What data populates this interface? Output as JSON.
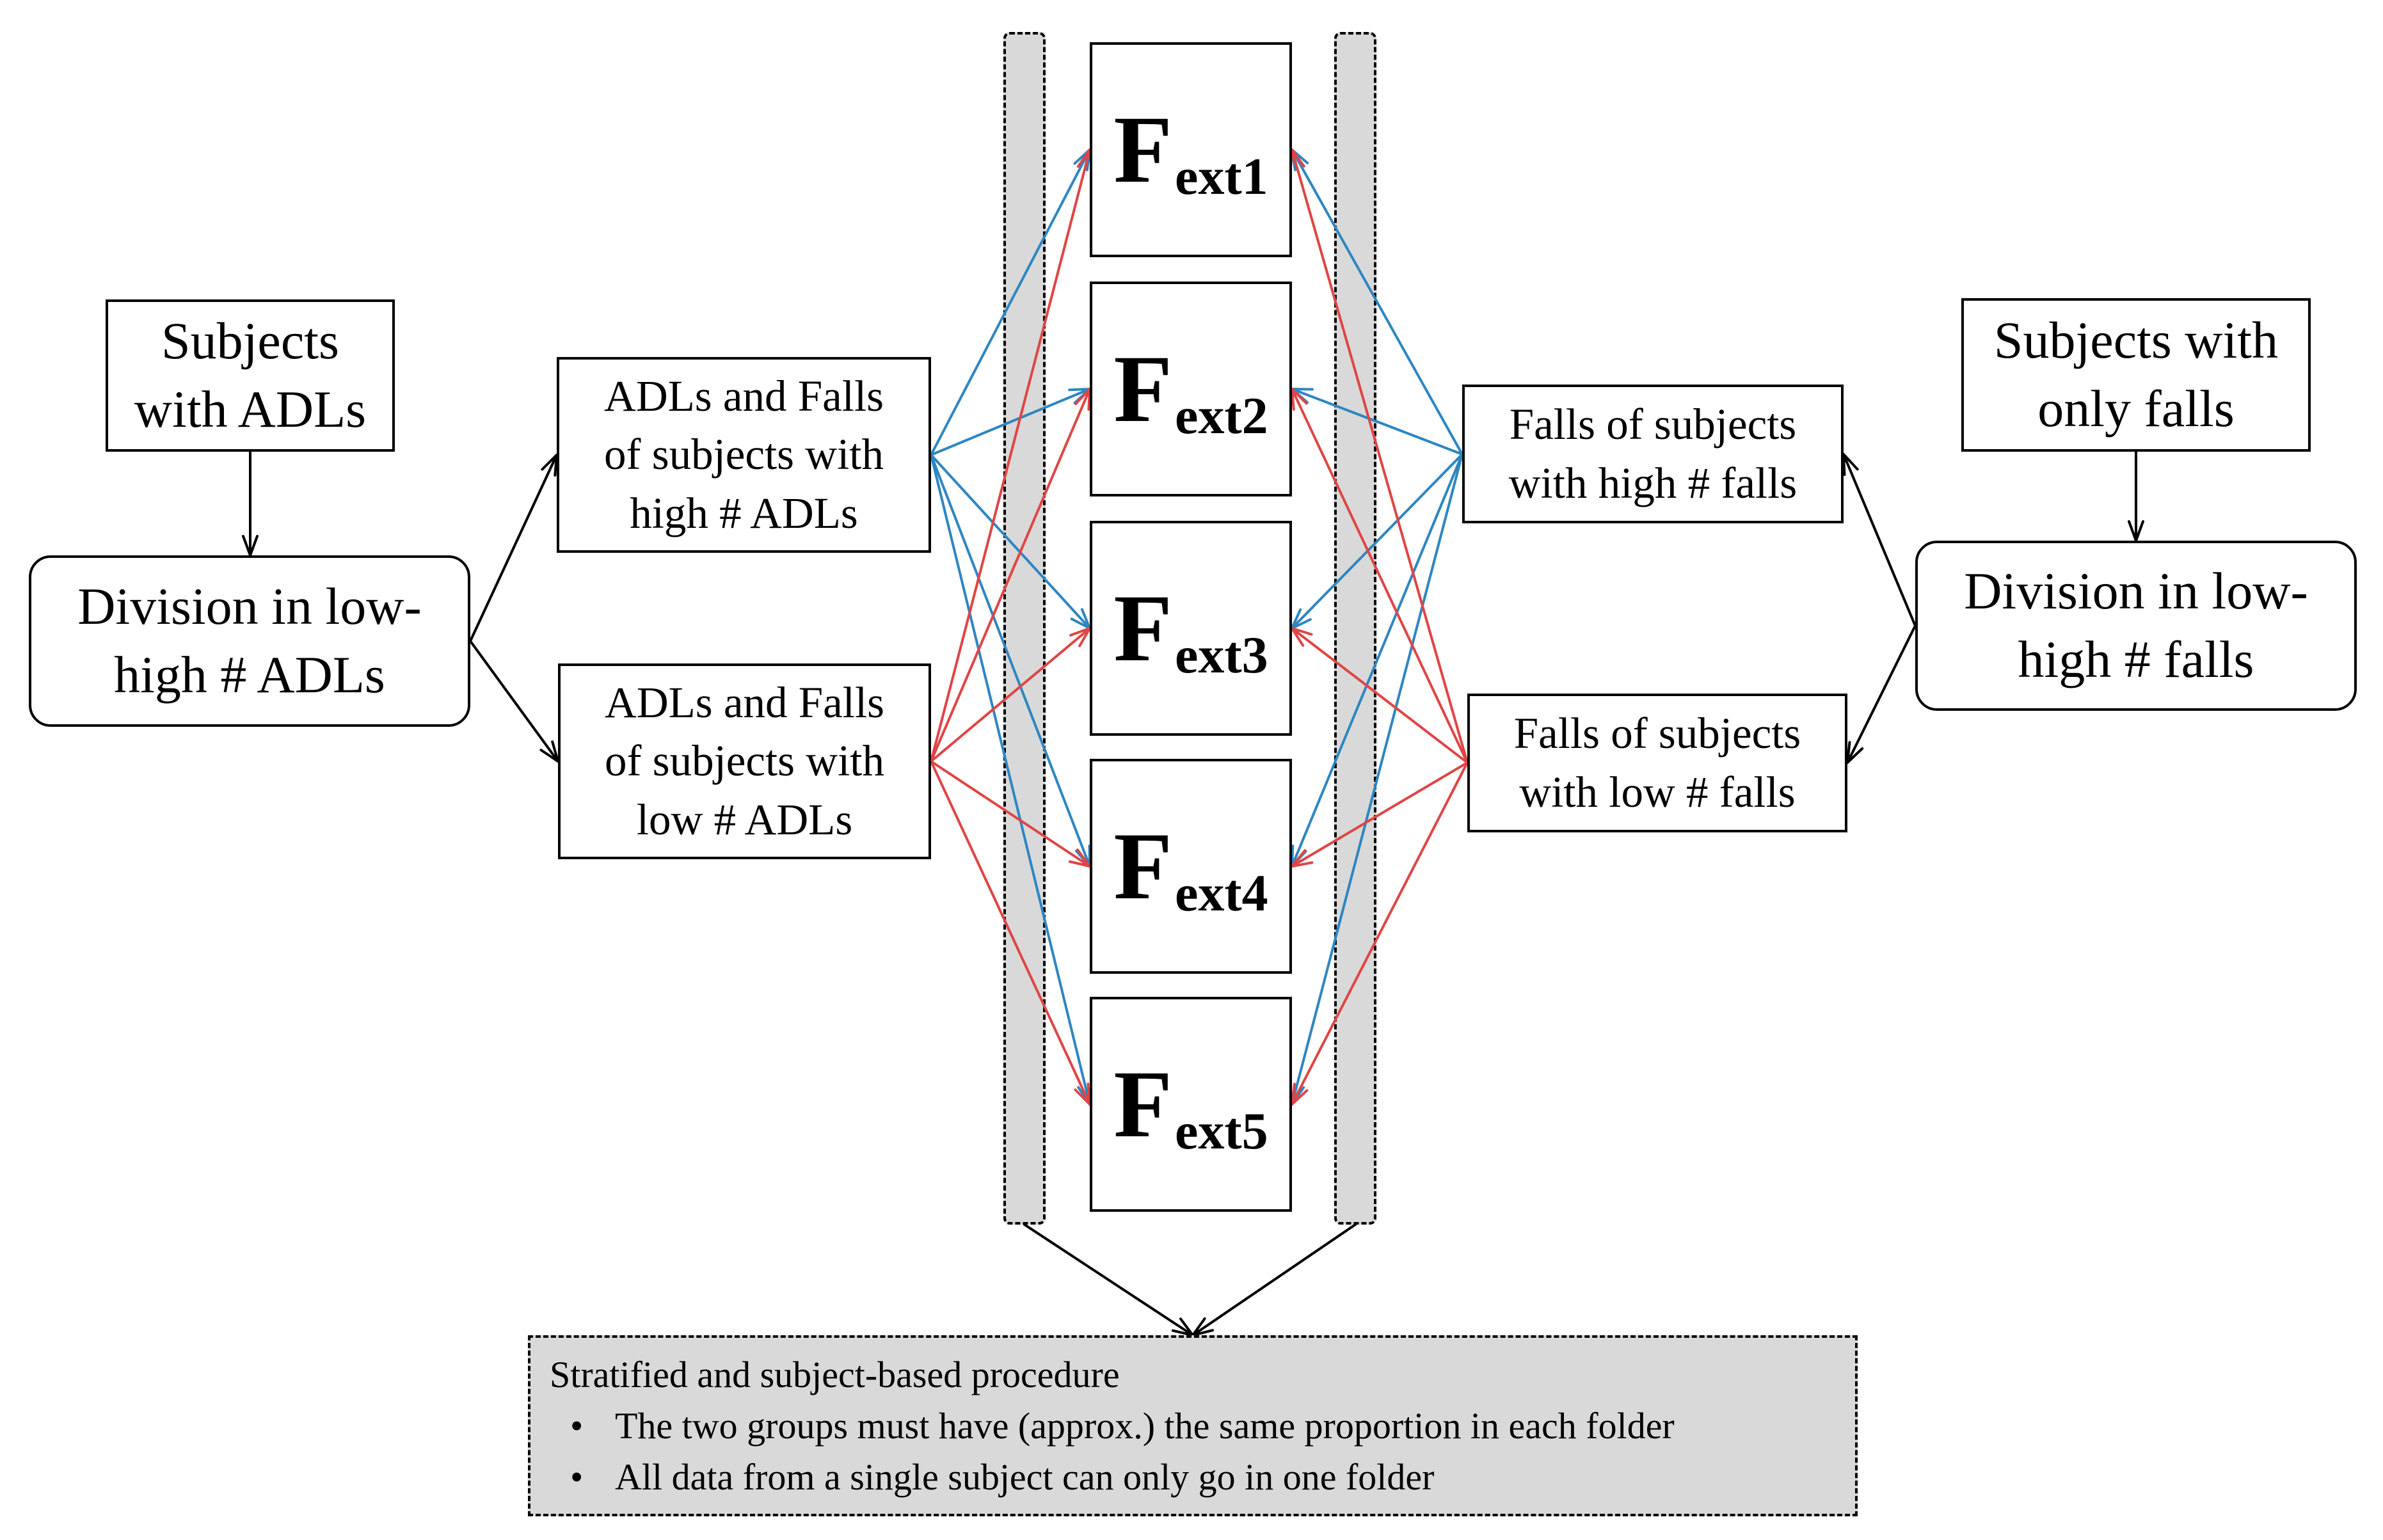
{
  "left": {
    "source": "Subjects\nwith ADLs",
    "division": "Division in low-\nhigh # ADLs",
    "high": "ADLs and Falls\nof subjects with\nhigh # ADLs",
    "low": "ADLs and Falls\nof subjects with\nlow # ADLs"
  },
  "right": {
    "source": "Subjects with\nonly falls",
    "division": "Division in low-\nhigh # falls",
    "high": "Falls of subjects\nwith high # falls",
    "low": "Falls of subjects\nwith low # falls"
  },
  "folds": [
    {
      "main": "F",
      "sub": "ext1"
    },
    {
      "main": "F",
      "sub": "ext2"
    },
    {
      "main": "F",
      "sub": "ext3"
    },
    {
      "main": "F",
      "sub": "ext4"
    },
    {
      "main": "F",
      "sub": "ext5"
    }
  ],
  "procedure": {
    "title": "Stratified and subject-based procedure",
    "bullet": "•",
    "bullets": [
      "The two groups must have (approx.) the same proportion in each folder",
      "All data from a single subject can only go in one folder"
    ]
  },
  "colors": {
    "high_arrows": "#2e86c1",
    "low_arrows": "#e04545",
    "bar_fill": "#d9d9d9"
  }
}
